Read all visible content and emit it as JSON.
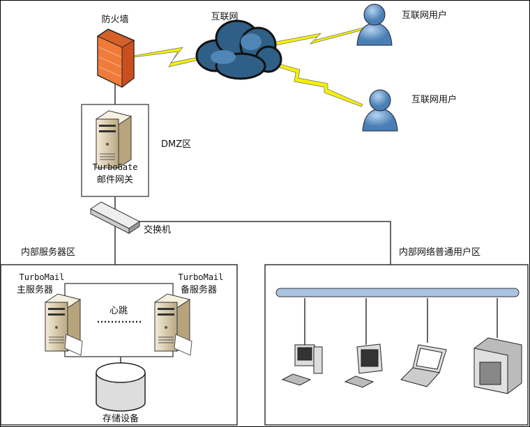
{
  "labels": {
    "firewall": "防火墙",
    "internet": "互联网",
    "internet_user_1": "互联网用户",
    "internet_user_2": "互联网用户",
    "dmz_zone": "DMZ区",
    "gateway_name": "TurboGate",
    "gateway_role": "邮件网关",
    "switch": "交换机",
    "internal_server_zone": "内部服务器区",
    "internal_user_zone": "内部网络普通用户区",
    "primary_name": "TurboMail",
    "primary_role": "主服务器",
    "backup_name": "TurboMail",
    "backup_role": "备服务器",
    "heartbeat": "心跳",
    "storage": "存储设备"
  },
  "colors": {
    "firewall": "#f07a3a",
    "cloud": "#2f5f86",
    "user": "#6b9ccc",
    "lightning": "#f5f000",
    "server": "#e8dcc0",
    "bus": "#a8c4e0"
  },
  "icons": [
    "firewall-icon",
    "cloud-icon",
    "user-icon",
    "server-icon",
    "switch-icon",
    "storage-icon",
    "desktop-icon",
    "monitor-icon",
    "laptop-icon",
    "mainframe-icon"
  ]
}
